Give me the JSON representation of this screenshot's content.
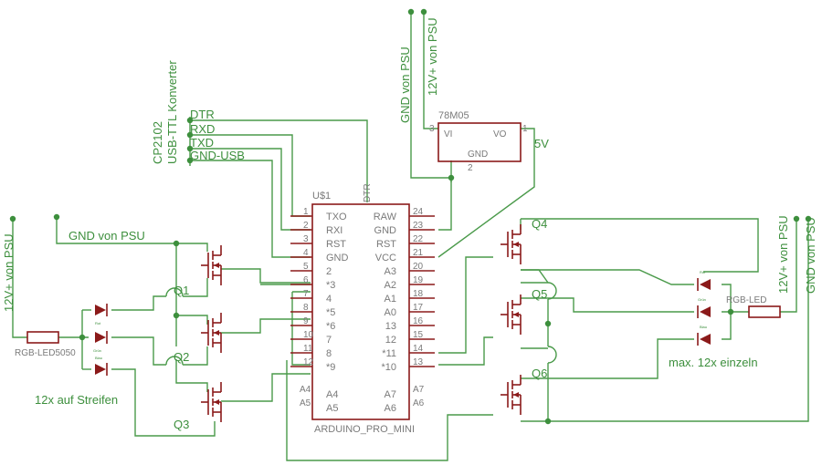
{
  "arduino": {
    "name": "U$1",
    "value": "ARDUINO_PRO_MINI",
    "dtr_pin": "DTR",
    "left_pins": [
      {
        "num": "1",
        "name": "TXO"
      },
      {
        "num": "2",
        "name": "RXI"
      },
      {
        "num": "3",
        "name": "RST"
      },
      {
        "num": "4",
        "name": "GND"
      },
      {
        "num": "5",
        "name": "2"
      },
      {
        "num": "6",
        "name": "*3"
      },
      {
        "num": "7",
        "name": "4"
      },
      {
        "num": "8",
        "name": "*5"
      },
      {
        "num": "9",
        "name": "*6"
      },
      {
        "num": "10",
        "name": "7"
      },
      {
        "num": "11",
        "name": "8"
      },
      {
        "num": "12",
        "name": "*9"
      }
    ],
    "right_pins": [
      {
        "num": "24",
        "name": "RAW"
      },
      {
        "num": "23",
        "name": "GND"
      },
      {
        "num": "22",
        "name": "RST"
      },
      {
        "num": "21",
        "name": "VCC"
      },
      {
        "num": "20",
        "name": "A3"
      },
      {
        "num": "19",
        "name": "A2"
      },
      {
        "num": "18",
        "name": "A1"
      },
      {
        "num": "17",
        "name": "A0"
      },
      {
        "num": "16",
        "name": "13"
      },
      {
        "num": "15",
        "name": "12"
      },
      {
        "num": "14",
        "name": "*11"
      },
      {
        "num": "13",
        "name": "*10"
      }
    ],
    "bottom_left_pins": [
      {
        "num": "A4",
        "name": "A4"
      },
      {
        "num": "A5",
        "name": "A5"
      }
    ],
    "bottom_right_pins": [
      {
        "num": "A7",
        "name": "A7"
      },
      {
        "num": "A6",
        "name": "A6"
      }
    ]
  },
  "regulator": {
    "name": "78M05",
    "vi": "VI",
    "vo": "VO",
    "gnd": "GND",
    "pin1": "1",
    "pin2": "2",
    "pin3": "3",
    "out_label": "5V"
  },
  "converter": {
    "line1": "CP2102",
    "line2": "USB-TTL Konverter",
    "signals": [
      "DTR",
      "RXD",
      "TXD",
      "GND-USB"
    ]
  },
  "power": {
    "gnd_top": "GND von PSU",
    "v12_top": "12V+ von PSU",
    "gnd_left": "GND von PSU",
    "v12_left": "12V+ von PSU",
    "v12_right": "12V+ von PSU",
    "gnd_right": "GND von PSU"
  },
  "transistors": [
    "Q1",
    "Q2",
    "Q3",
    "Q4",
    "Q5",
    "Q6"
  ],
  "leds": {
    "left_resistor": "RGB-LED5050",
    "right_resistor": "RGB-LED",
    "left_note": "12x auf Streifen",
    "right_note": "max. 12x einzeln",
    "left_colors": [
      "Rot",
      "Grün",
      "Blau"
    ],
    "right_colors": [
      "Rot",
      "Grün",
      "Blau"
    ]
  }
}
